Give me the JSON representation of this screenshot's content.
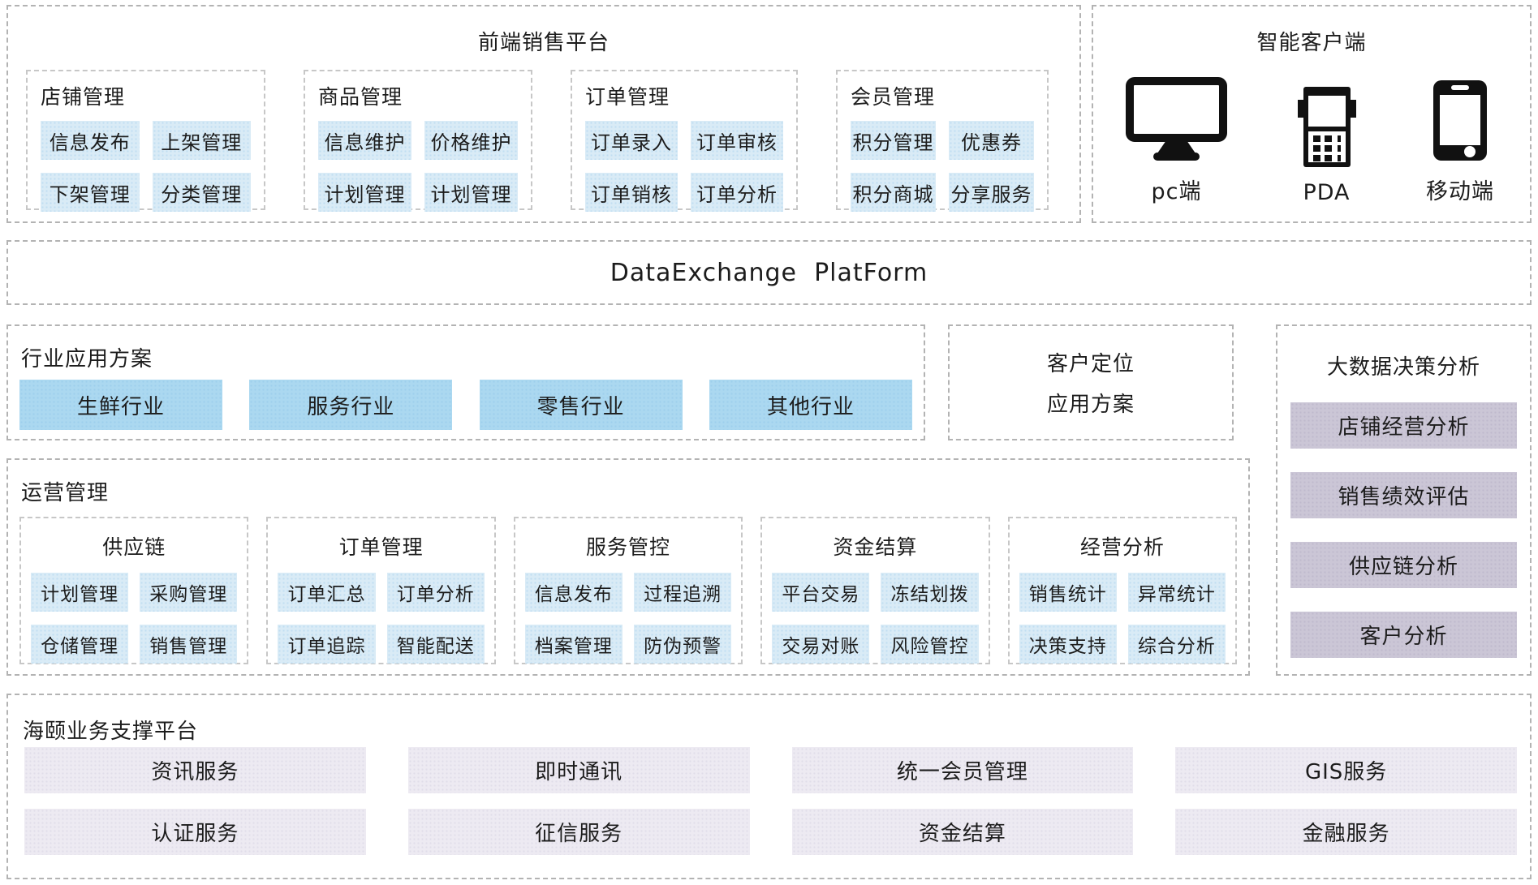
{
  "colors": {
    "chip_blue": "#d9ebf6",
    "industry_blue": "#abd8f0",
    "bigdata_purple": "#cbc6d6",
    "support_lavender": "#edeaf2",
    "dashed_border": "#b3b3b3",
    "text": "#1c1c1c"
  },
  "frontend": {
    "title": "前端销售平台",
    "groups": [
      {
        "title": "店铺管理",
        "items": [
          "信息发布",
          "上架管理",
          "下架管理",
          "分类管理"
        ]
      },
      {
        "title": "商品管理",
        "items": [
          "信息维护",
          "价格维护",
          "计划管理",
          "计划管理"
        ]
      },
      {
        "title": "订单管理",
        "items": [
          "订单录入",
          "订单审核",
          "订单销核",
          "订单分析"
        ]
      },
      {
        "title": "会员管理",
        "items": [
          "积分管理",
          "优惠券",
          "积分商城",
          "分享服务"
        ]
      }
    ]
  },
  "clients": {
    "title": "智能客户端",
    "devices": [
      {
        "icon": "monitor-icon",
        "label": "pc端"
      },
      {
        "icon": "pda-icon",
        "label": "PDA"
      },
      {
        "icon": "smartphone-icon",
        "label": "移动端"
      }
    ]
  },
  "exchange": {
    "title": "DataExchange  PlatForm"
  },
  "industry": {
    "title": "行业应用方案",
    "items": [
      "生鲜行业",
      "服务行业",
      "零售行业",
      "其他行业"
    ]
  },
  "positioning": {
    "line1": "客户定位",
    "line2": "应用方案"
  },
  "bigdata": {
    "title": "大数据决策分析",
    "items": [
      "店铺经营分析",
      "销售绩效评估",
      "供应链分析",
      "客户分析"
    ]
  },
  "operations": {
    "title": "运营管理",
    "groups": [
      {
        "title": "供应链",
        "items": [
          "计划管理",
          "采购管理",
          "仓储管理",
          "销售管理"
        ]
      },
      {
        "title": "订单管理",
        "items": [
          "订单汇总",
          "订单分析",
          "订单追踪",
          "智能配送"
        ]
      },
      {
        "title": "服务管控",
        "items": [
          "信息发布",
          "过程追溯",
          "档案管理",
          "防伪预警"
        ]
      },
      {
        "title": "资金结算",
        "items": [
          "平台交易",
          "冻结划拨",
          "交易对账",
          "风险管控"
        ]
      },
      {
        "title": "经营分析",
        "items": [
          "销售统计",
          "异常统计",
          "决策支持",
          "综合分析"
        ]
      }
    ]
  },
  "support": {
    "title": "海颐业务支撑平台",
    "items": [
      "资讯服务",
      "即时通讯",
      "统一会员管理",
      "GIS服务",
      "认证服务",
      "征信服务",
      "资金结算",
      "金融服务"
    ]
  }
}
